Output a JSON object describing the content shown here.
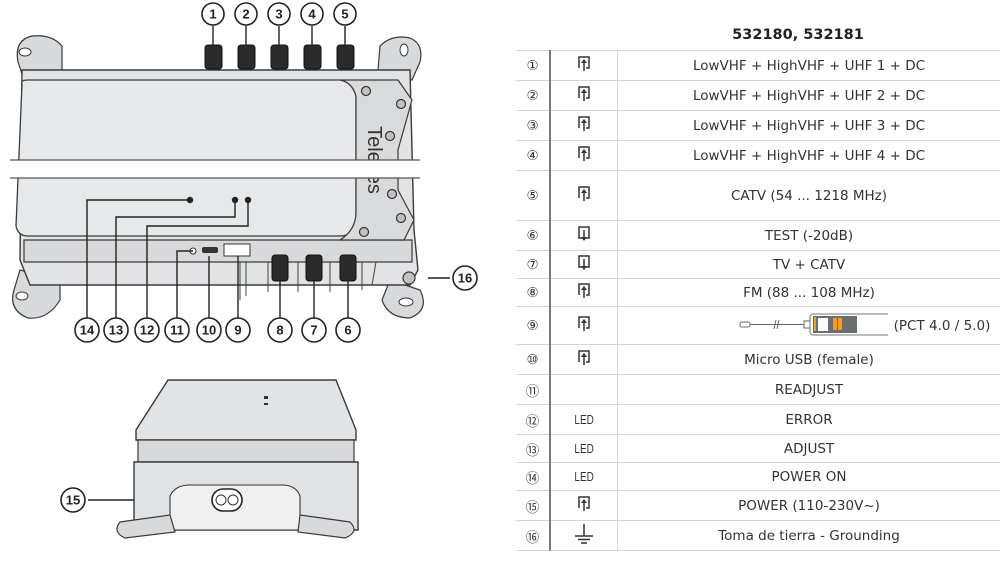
{
  "diagram": {
    "brand_text": "Televes",
    "top_view_callouts": [
      "1",
      "2",
      "3",
      "4",
      "5",
      "6",
      "7",
      "8",
      "9",
      "10",
      "11",
      "12",
      "13",
      "14",
      "16"
    ],
    "side_view_callouts": [
      "15"
    ]
  },
  "table": {
    "header": "532180, 532181",
    "rows": [
      {
        "num": "①",
        "icon": "input-arrow-icon",
        "desc": "LowVHF + HighVHF + UHF 1 + DC"
      },
      {
        "num": "②",
        "icon": "input-arrow-icon",
        "desc": "LowVHF + HighVHF + UHF 2 + DC"
      },
      {
        "num": "③",
        "icon": "input-arrow-icon",
        "desc": "LowVHF + HighVHF + UHF 3 + DC"
      },
      {
        "num": "④",
        "icon": "input-arrow-icon",
        "desc": "LowVHF + HighVHF + UHF 4 + DC"
      },
      {
        "num": "⑤",
        "icon": "input-arrow-icon",
        "desc": "CATV (54 ... 1218 MHz)"
      },
      {
        "num": "⑥",
        "icon": "output-arrow-icon",
        "desc": "TEST (-20dB)"
      },
      {
        "num": "⑦",
        "icon": "output-arrow-icon",
        "desc": "TV + CATV"
      },
      {
        "num": "⑧",
        "icon": "input-arrow-icon",
        "desc": "FM (88 ... 108 MHz)"
      },
      {
        "num": "⑨",
        "icon": "input-arrow-icon",
        "desc": "(PCT 4.0 / 5.0)"
      },
      {
        "num": "⑩",
        "icon": "input-arrow-icon",
        "desc": "Micro USB  (female)"
      },
      {
        "num": "⑪",
        "icon": "",
        "desc": "READJUST"
      },
      {
        "num": "⑫",
        "icon": "LED",
        "desc": "ERROR"
      },
      {
        "num": "⑬",
        "icon": "LED",
        "desc": "ADJUST"
      },
      {
        "num": "⑭",
        "icon": "LED",
        "desc": "POWER ON"
      },
      {
        "num": "⑮",
        "icon": "input-arrow-icon",
        "desc": "POWER (110-230V~)"
      },
      {
        "num": "⑯",
        "icon": "ground-icon",
        "desc": "Toma de tierra - Grounding"
      }
    ]
  }
}
